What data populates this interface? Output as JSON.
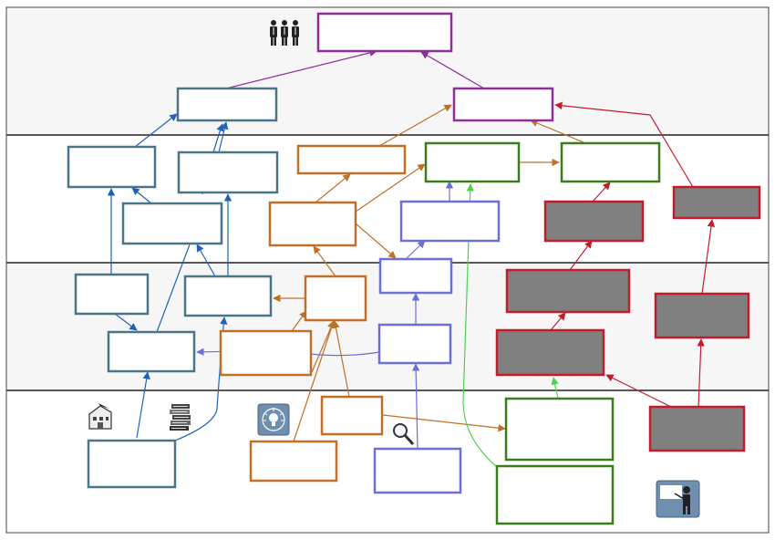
{
  "colors": {
    "purple": "#8e2e98",
    "steel": "#4a7488",
    "blue_arrow": "#1f64b4",
    "orange": "#c07026",
    "violet": "#6e6ed8",
    "green": "#3b7c1e",
    "green_arrow": "#4cd24c",
    "red": "#c41c2c",
    "gray_fill": "#808080",
    "band_light": "#f6f6f6",
    "band_line": "#222222"
  },
  "icons": [
    "people-group-icon",
    "building-icon",
    "books-icon",
    "lightbulb-idea-icon",
    "magnifier-icon",
    "presenter-board-icon"
  ],
  "boxes": [
    {
      "id": "top-goal",
      "color": "purple",
      "filled": false
    },
    {
      "id": "purple-left",
      "color": "steel",
      "filled": false
    },
    {
      "id": "purple-right",
      "color": "purple",
      "filled": false
    },
    {
      "id": "steel-a",
      "color": "steel",
      "filled": false
    },
    {
      "id": "steel-b",
      "color": "steel",
      "filled": false
    },
    {
      "id": "steel-c",
      "color": "steel",
      "filled": false
    },
    {
      "id": "steel-d",
      "color": "steel",
      "filled": false
    },
    {
      "id": "steel-e",
      "color": "steel",
      "filled": false
    },
    {
      "id": "steel-f",
      "color": "steel",
      "filled": false
    },
    {
      "id": "steel-base",
      "color": "steel",
      "filled": false
    },
    {
      "id": "orange-a",
      "color": "orange",
      "filled": false
    },
    {
      "id": "orange-b",
      "color": "orange",
      "filled": false
    },
    {
      "id": "orange-c",
      "color": "orange",
      "filled": false
    },
    {
      "id": "orange-d",
      "color": "orange",
      "filled": false
    },
    {
      "id": "orange-e",
      "color": "orange",
      "filled": false
    },
    {
      "id": "orange-base",
      "color": "orange",
      "filled": false
    },
    {
      "id": "violet-a",
      "color": "violet",
      "filled": false
    },
    {
      "id": "violet-b",
      "color": "violet",
      "filled": false
    },
    {
      "id": "violet-c",
      "color": "violet",
      "filled": false
    },
    {
      "id": "violet-base",
      "color": "violet",
      "filled": false
    },
    {
      "id": "green-a",
      "color": "green",
      "filled": false
    },
    {
      "id": "green-b",
      "color": "green",
      "filled": false
    },
    {
      "id": "green-c",
      "color": "green",
      "filled": false
    },
    {
      "id": "green-base",
      "color": "green",
      "filled": false
    },
    {
      "id": "red-a",
      "color": "red",
      "filled": true
    },
    {
      "id": "red-b",
      "color": "red",
      "filled": true
    },
    {
      "id": "red-c",
      "color": "red",
      "filled": true
    },
    {
      "id": "red-d",
      "color": "red",
      "filled": true
    },
    {
      "id": "red-e",
      "color": "red",
      "filled": true
    },
    {
      "id": "red-f",
      "color": "red",
      "filled": true
    }
  ]
}
